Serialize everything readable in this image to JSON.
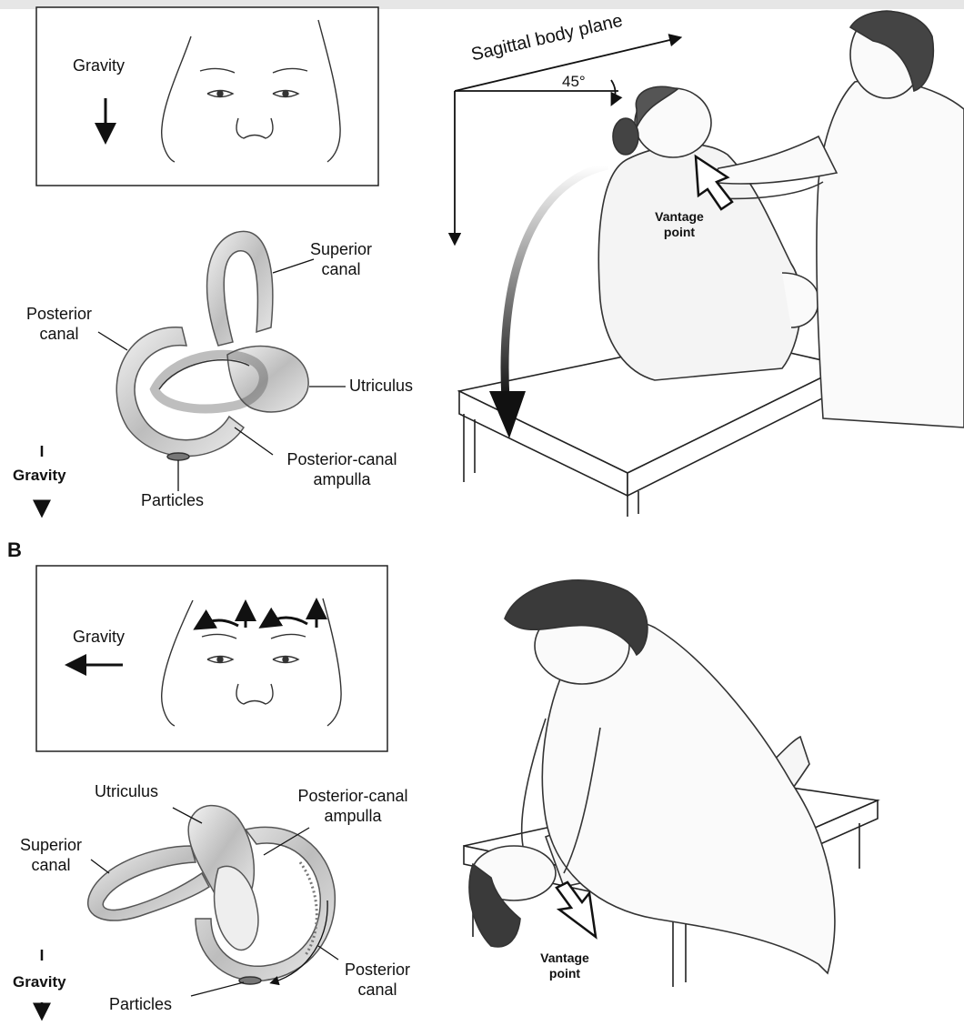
{
  "panel_a": {
    "face_box": {
      "gravity_label": "Gravity"
    },
    "labyrinth": {
      "superior_canal": "Superior\ncanal",
      "posterior_canal": "Posterior\ncanal",
      "utriculus": "Utriculus",
      "posterior_canal_ampulla": "Posterior-canal\nampulla",
      "particles": "Particles",
      "gravity_label": "Gravity"
    },
    "patient_scene": {
      "plane_label": "Sagittal body plane",
      "angle_label": "45°",
      "vantage_label": "Vantage\npoint"
    }
  },
  "panel_b": {
    "section_label": "B",
    "face_box": {
      "gravity_label": "Gravity"
    },
    "labyrinth": {
      "utriculus": "Utriculus",
      "posterior_canal_ampulla": "Posterior-canal\nampulla",
      "superior_canal": "Superior\ncanal",
      "posterior_canal": "Posterior\ncanal",
      "particles": "Particles",
      "gravity_label": "Gravity"
    },
    "patient_scene": {
      "vantage_label": "Vantage\npoint"
    }
  }
}
